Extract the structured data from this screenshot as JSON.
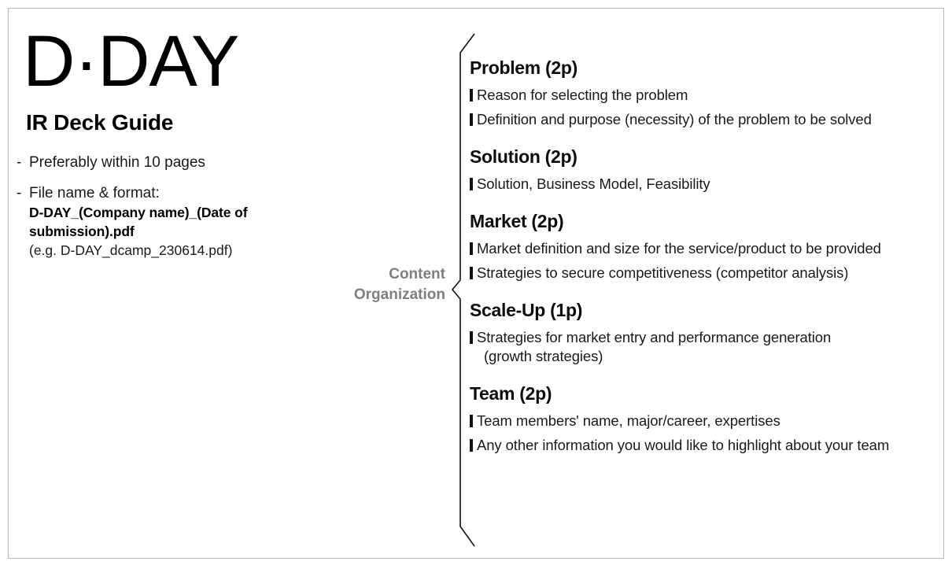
{
  "page": {
    "brand_logo": "D·DAY",
    "deck_title": "IR Deck Guide",
    "border_color": "#b8b8b8",
    "accent_gray": "#7f7f7f"
  },
  "notes": [
    {
      "dash": "-",
      "text": "Preferably within 10 pages",
      "strong": "",
      "example": ""
    },
    {
      "dash": "-",
      "text": "File name & format:",
      "strong": "D-DAY_(Company name)_(Date of submission).pdf",
      "example": "(e.g. D-DAY_dcamp_230614.pdf)"
    }
  ],
  "brace": {
    "label_line1": "Content",
    "label_line2": "Organization"
  },
  "sections": [
    {
      "heading": "Problem (2p)",
      "bullets": [
        {
          "text": "Reason for selecting the problem",
          "continuation": ""
        },
        {
          "text": "Definition and purpose (necessity) of the problem to be solved",
          "continuation": ""
        }
      ]
    },
    {
      "heading": "Solution (2p)",
      "bullets": [
        {
          "text": "Solution, Business Model, Feasibility",
          "continuation": ""
        }
      ]
    },
    {
      "heading": "Market (2p)",
      "bullets": [
        {
          "text": "Market definition and size for the service/product to be provided",
          "continuation": ""
        },
        {
          "text": "Strategies to secure competitiveness (competitor analysis)",
          "continuation": ""
        }
      ]
    },
    {
      "heading": "Scale-Up (1p)",
      "bullets": [
        {
          "text": "Strategies for market entry and performance generation",
          "continuation": "(growth strategies)"
        }
      ]
    },
    {
      "heading": "Team (2p)",
      "bullets": [
        {
          "text": "Team members' name, major/career, expertises",
          "continuation": ""
        },
        {
          "text": "Any other information you would like to highlight about your team",
          "continuation": ""
        }
      ]
    }
  ]
}
